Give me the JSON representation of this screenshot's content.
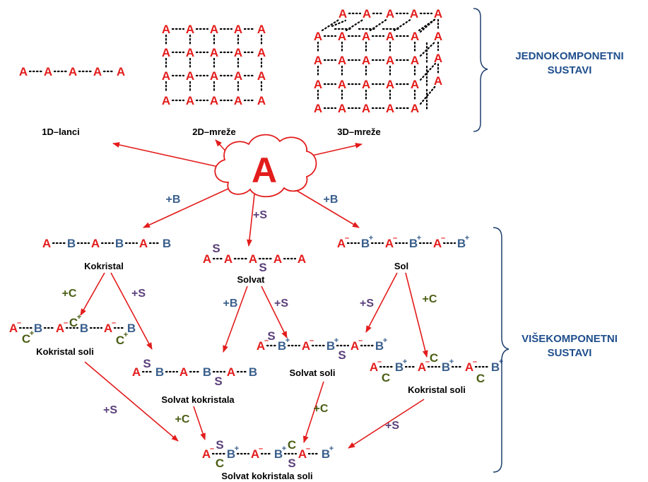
{
  "colors": {
    "A": "#e31c1c",
    "B": "#3a5f8c",
    "S": "#5a3f7a",
    "C": "#4a5e14",
    "arrow": "#e31c1c",
    "label": "#000000",
    "section": "#1f4e8c",
    "brace": "#1f3f6e"
  },
  "center": {
    "letter": "A"
  },
  "labels": {
    "chain_1d": "1D–lanci",
    "network_2d": "2D–mreže",
    "network_3d": "3D–mreže",
    "cocrystal": "Kokristal",
    "solvate": "Solvat",
    "salt": "Sol",
    "cocrystal_salt_left": "Kokristal soli",
    "solvate_cocrystal": "Solvat kokristala",
    "solvate_salt": "Solvat soli",
    "cocrystal_salt_right": "Kokristal soli",
    "solvate_cocrystal_salt": "Solvat kokristala soli"
  },
  "sections": {
    "single": [
      "JEDNOKOMPONETNI",
      "SUSTAVI"
    ],
    "multi": [
      "VIŠEKOMPONETNI",
      "SUSTAVI"
    ]
  },
  "arrow_labels": {
    "a_to_cocrystal": "+B",
    "a_to_solvate": "+S",
    "a_to_salt": "+B",
    "cocrystal_to_cocrystal_salt": "+C",
    "cocrystal_to_solvate_cocrystal": "+S",
    "solvate_to_solvate_cocrystal": "+B",
    "solvate_to_solvate_salt": "+S",
    "salt_to_solvate_salt": "+S",
    "salt_to_cocrystal_salt": "+C",
    "cocrystal_salt_to_final": "+S",
    "solvate_cocrystal_to_final": "+C",
    "solvate_salt_to_final": "+C",
    "cocrystal_salt_right_to_final": "+S"
  },
  "glyphs": {
    "A": "A",
    "B": "B",
    "S": "S",
    "C": "C",
    "plus": "+",
    "minus": "–"
  },
  "structures": {
    "chain_1d": [
      "A",
      "A",
      "A",
      "A",
      "A"
    ],
    "cocrystal": [
      "A",
      "B",
      "A",
      "B",
      "A",
      "B"
    ],
    "solvate": [
      "A",
      "A",
      "A",
      "A",
      "A"
    ],
    "salt": [
      "A⁻",
      "B⁺",
      "A⁻",
      "B⁺",
      "A⁻",
      "B⁺"
    ]
  }
}
